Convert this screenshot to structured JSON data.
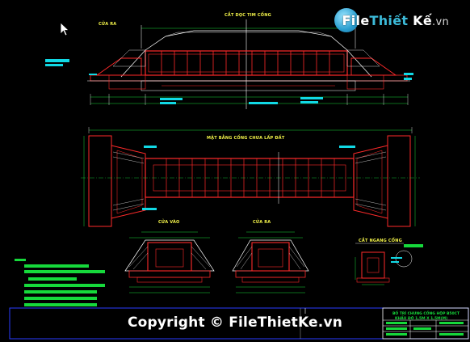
{
  "colors": {
    "background": "#000000",
    "structure_red": "#ff2a2a",
    "dimension_cyan": "#11d9e5",
    "dimension_green": "#16d93b",
    "label_yellow": "#f3f34a",
    "frame_blue": "#2a3cff",
    "frame_white": "#ffffff"
  },
  "drawing": {
    "longitudinal_section_title": "CẮT DỌC TIM CỐNG",
    "plan_view_title": "MẶT BẰNG CỐNG CHƯA LẤP ĐẤT",
    "inlet_title": "CỬA VÀO",
    "outlet_title": "CỬA RA",
    "outlet_top_label": "CỬA RA",
    "cross_section_title": "CẮT NGANG CỐNG",
    "title_block_line1": "BỐ TRÍ CHUNG CỐNG HỘP B50CT",
    "title_block_line2": "KHẨU ĐỘ 1,5M X 1,5M(M)"
  },
  "watermark": {
    "logo_letter": "F",
    "logo_text_main": "File",
    "logo_text_accent": "Thiết",
    "logo_text_end": "Kế",
    "logo_text_suffix": ".vn",
    "copyright": "Copyright © FileThietKe.vn"
  },
  "cursor": {
    "icon": "arrow-cursor-icon"
  }
}
